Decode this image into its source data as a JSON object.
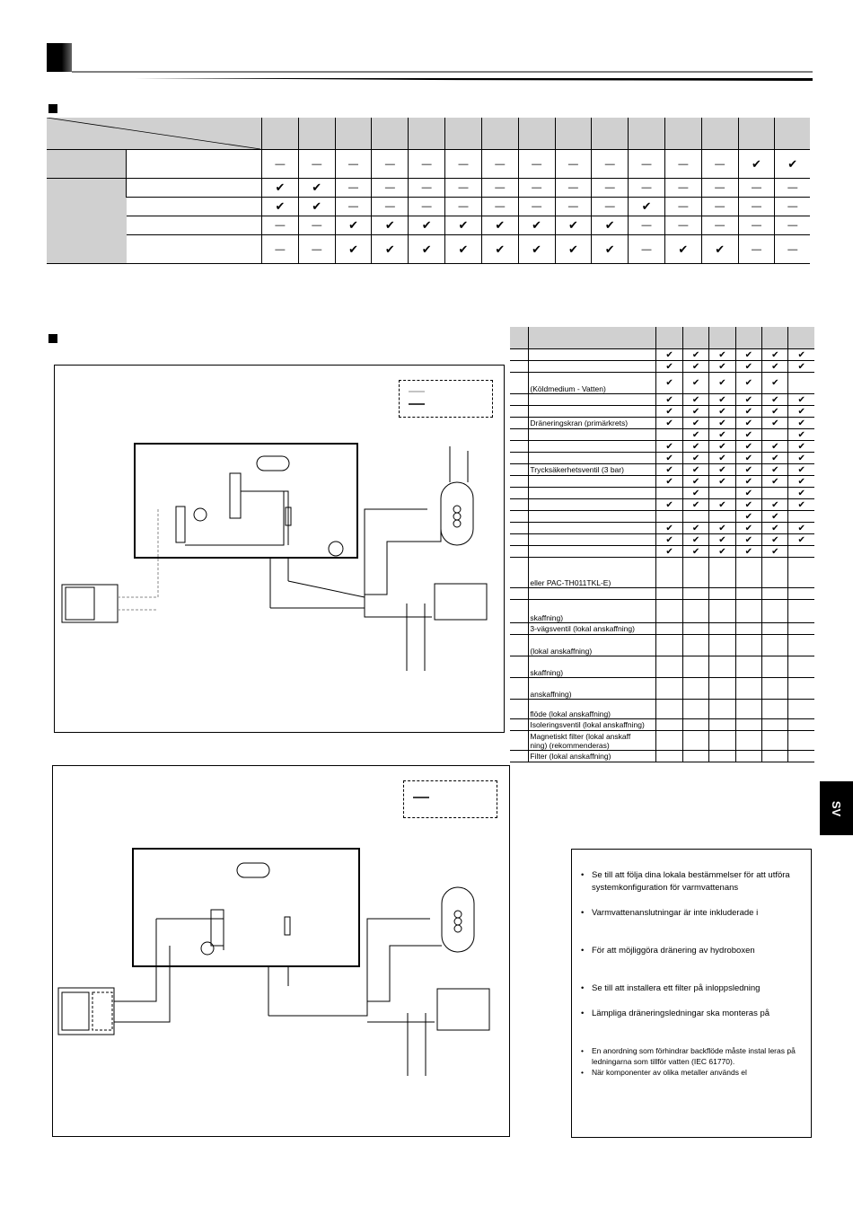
{
  "side_tab": "SV",
  "right_table_labels": {
    "r3": "(Köldmedium - Vatten)",
    "r6": "Dräneringskran (primärkrets)",
    "r10": "Trycksäkerhetsventil (3 bar)",
    "r17": "eller PAC-TH011TKL-E)",
    "r19": "skaffning)",
    "r20": "3-vägsventil (lokal anskaffning)",
    "r21": "(lokal anskaffning)",
    "r22": "skaffning)",
    "r23": "anskaffning)",
    "r24": "flöde (lokal anskaffning)",
    "r25": "Isoleringsventil (lokal anskaffning)",
    "r26a": "Magnetiskt filter (lokal anskaff",
    "r26b": "ning) (rekommenderas)",
    "r27": "Filter (lokal anskaffning)"
  },
  "notes": [
    "Se till att följa dina lokala bestämmelser för att utföra systemkonfiguration för varmvattenans",
    "Varmvattenanslutningar är inte inkluderade i",
    "För att möjliggöra dränering av hydroboxen",
    "Se till att installera ett filter på inloppsledning",
    "Lämpliga dräneringsledningar ska monteras på",
    "En anordning som förhindrar backflöde måste instal leras på ledningarna som tillför vatten (IEC 61770).",
    "När komponenter av olika metaller används el"
  ]
}
